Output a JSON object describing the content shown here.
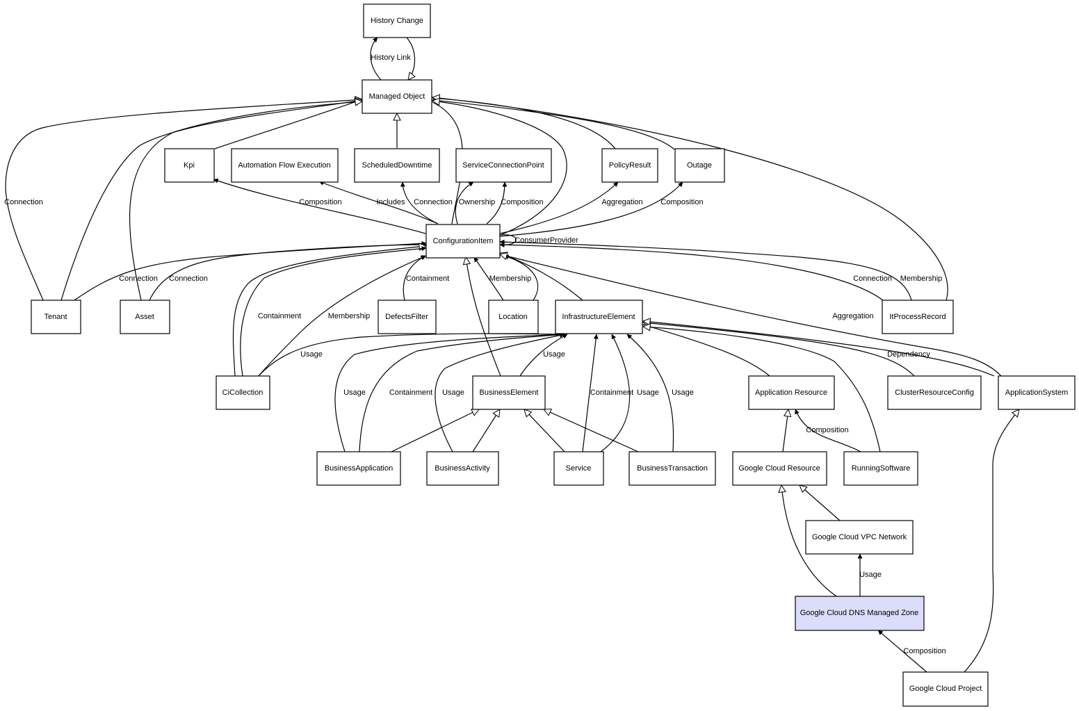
{
  "nodes": {
    "history_change": "History Change",
    "managed_object": "Managed Object",
    "kpi": "Kpi",
    "automation_flow_execution": "Automation Flow Execution",
    "scheduled_downtime": "ScheduledDowntime",
    "service_connection_point": "ServiceConnectionPoint",
    "policy_result": "PolicyResult",
    "outage": "Outage",
    "configuration_item": "ConfigurationItem",
    "tenant": "Tenant",
    "asset": "Asset",
    "defects_filter": "DefectsFilter",
    "location": "Location",
    "infrastructure_element": "InfrastructureElement",
    "it_process_record": "ItProcessRecord",
    "ci_collection": "CiCollection",
    "business_element": "BusinessElement",
    "application_resource": "Application Resource",
    "cluster_resource_config": "ClusterResourceConfig",
    "application_system": "ApplicationSystem",
    "business_application": "BusinessApplication",
    "business_activity": "BusinessActivity",
    "service": "Service",
    "business_transaction": "BusinessTransaction",
    "google_cloud_resource": "Google Cloud Resource",
    "running_software": "RunningSoftware",
    "google_cloud_vpc_network": "Google Cloud VPC Network",
    "google_cloud_dns_managed_zone": "Google Cloud DNS Managed Zone",
    "google_cloud_project": "Google Cloud Project"
  },
  "edge_labels": {
    "history_link": "History Link",
    "tenant_mo_connection": "Connection",
    "ci_kpi_composition": "Composition",
    "ci_afe_includes": "Includes",
    "ci_sd_connection": "Connection",
    "ci_scp_ownership": "Ownership",
    "ci_scp_composition": "Composition",
    "ci_pr_aggregation": "Aggregation",
    "ci_outage_composition": "Composition",
    "ci_self_consumer_provider": "ConsumerProvider",
    "tenant_ci_connection": "Connection",
    "asset_ci_connection": "Connection",
    "df_ci_containment": "Containment",
    "loc_ci_membership": "Membership",
    "ipr_ci_connection": "Connection",
    "ipr_ci_membership": "Membership",
    "as_ci_aggregation": "Aggregation",
    "cc_ci_containment": "Containment",
    "cc_ci_membership": "Membership",
    "cc_ie_usage": "Usage",
    "be_ie_usage": "Usage",
    "ba_ie_usage": "Usage",
    "ba_ie_containment": "Containment",
    "bact_ie_usage": "Usage",
    "svc_ie_containment": "Containment",
    "svc_ie_usage": "Usage",
    "bt_ie_usage": "Usage",
    "crc_ie_dependency": "Dependency",
    "rs_ar_composition": "Composition",
    "dns_vpc_usage": "Usage",
    "gcp_dns_composition": "Composition"
  },
  "colors": {
    "highlight_fill": "#dcdcfb",
    "stroke": "#000000",
    "background": "#ffffff"
  }
}
